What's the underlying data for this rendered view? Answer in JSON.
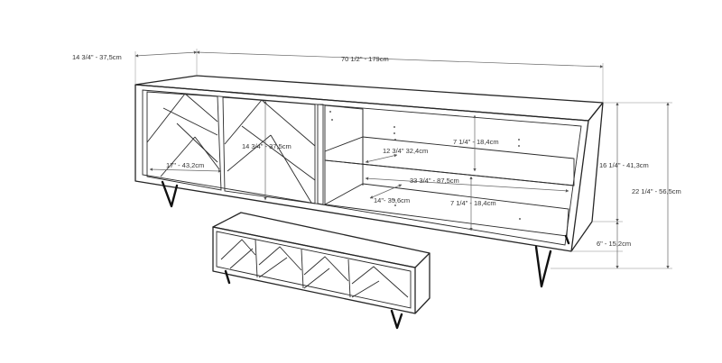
{
  "dimensions": {
    "depth_top": "14 3/4\" - 37,5cm",
    "total_width": "70 1/2\" - 179cm",
    "door_height": "14 3/4\" - 37,5cm",
    "door_width": "17\" - 43,2cm",
    "inner_depth": "12 3/4\" 32,4cm",
    "upper_shelf_height": "7 1/4\" - 18,4cm",
    "lower_shelf_height": "7 1/4\" - 18,4cm",
    "open_width": "33 3/4\" - 87,5cm",
    "shelf_depth": "14\"- 35,6cm",
    "body_height": "16 1/4\" - 41,3cm",
    "total_height": "22 1/4\" - 56,5cm",
    "leg_height": "6\" - 15,2cm"
  },
  "colors": {
    "line": "#262626",
    "dimension": "#666666",
    "text": "#333333"
  }
}
